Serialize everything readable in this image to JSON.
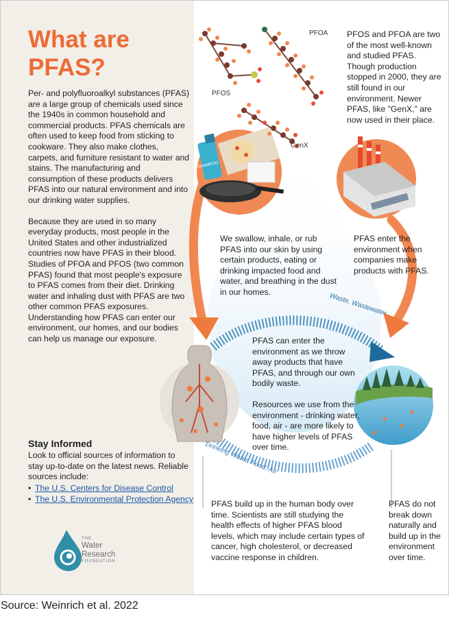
{
  "title_line1": "What are",
  "title_line2": "PFAS?",
  "intro_p1": "Per- and polyfluoroalkyl substances (PFAS) are a large group of chemicals used since the 1940s in common household and commercial products. PFAS chemicals are often used to keep food from sticking to cookware. They also make clothes, carpets, and furniture resistant to water and stains. The manufacturing and consumption of these products delivers PFAS into our natural environment and into our drinking water supplies.",
  "intro_p2": "Because they are used in so many everyday products, most people in the United States and other industrialized countries now have PFAS in their blood. Studies of PFOA and PFOS (two common PFAS) found that most people's exposure to PFAS comes from their diet. Drinking water and inhaling dust with PFAS are two other common PFAS exposures. Understanding how PFAS can enter our environment, our homes, and our bodies can help us manage our exposure.",
  "stay_informed": {
    "title": "Stay Informed",
    "body": "Look to official sources of information to stay up-to-date on the latest news. Reliable sources include:",
    "links": [
      "The U.S. Centers for Disease Control",
      "The U.S. Environmental Protection Agency"
    ]
  },
  "logo": {
    "line1": "THE",
    "line2": "Water",
    "line3": "Research",
    "line4": "FOUNDATION"
  },
  "molecules": {
    "pfos": "PFOS",
    "pfoa": "PFOA",
    "genx": "GenX",
    "bottle_label": "SHAMPOO"
  },
  "pfos_pfoa_text": "PFOS and PFOA are two of the most well-known and studied PFAS. Though production stopped in 2000, they are still found in our environment. Newer PFAS, like \"GenX,\" are now used in their place.",
  "exposure_text": "We swallow, inhale, or rub PFAS into our skin by using certain products, eating or drinking impacted food and water, and breathing in the dust in our homes.",
  "enter_env_text": "PFAS enter the environment when companies make products with PFAS.",
  "waste_label": "Waste, Wastewater",
  "cycle_text_1": "PFAS can enter the environment as we throw away products that have PFAS, and through our own bodily waste.",
  "cycle_text_2": "Resources we use from the environment - drinking water, food, air - are more likely to have higher levels of PFAS over time.",
  "drinking_label": "Drinking Water, Food, Air",
  "body_text": "PFAS build up in the human body over time. Scientists are still studying the health effects of higher PFAS blood levels, which may include certain types of cancer, high cholesterol, or decreased vaccine response in children.",
  "env_text": "PFAS do not break down naturally and build up in the environment over time.",
  "source": "Source: Weinrich et al. 2022",
  "colors": {
    "title_orange": "#ee6a35",
    "arrow_orange": "#ef7a3d",
    "waste_blue": "#2b7fb3",
    "drinking_blue": "#4a8fc8",
    "link_blue": "#1a55a6",
    "left_bg": "#f2efe9"
  }
}
